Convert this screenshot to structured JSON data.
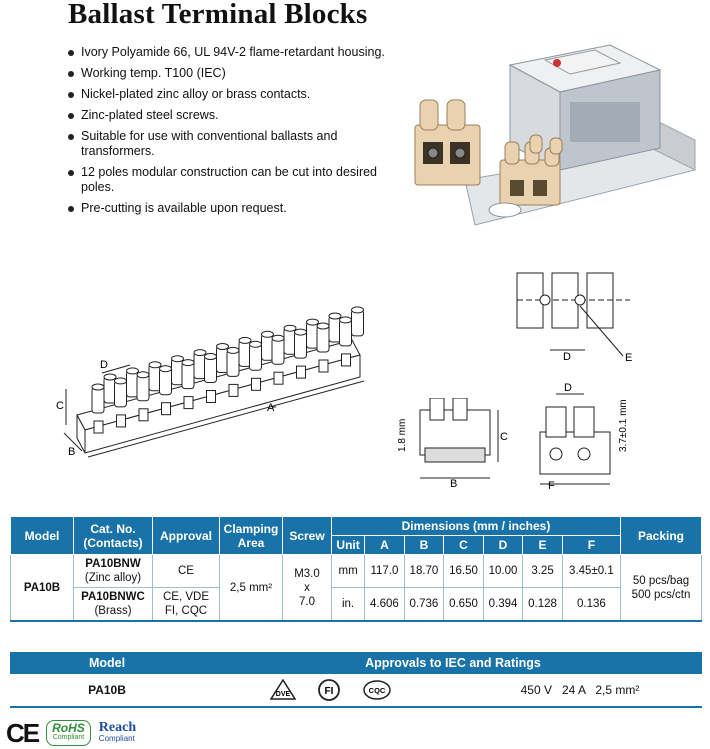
{
  "title": "Ballast Terminal Blocks",
  "features": [
    "Ivory Polyamide 66, UL 94V-2 flame-retardant housing.",
    "Working temp. T100 (IEC)",
    "Nickel-plated zinc alloy or brass contacts.",
    "Zinc-plated steel screws.",
    "Suitable for use with conventional ballasts and transformers.",
    "12 poles modular construction can be cut into desired poles.",
    "Pre-cutting is available upon request."
  ],
  "drawing_labels": {
    "iso": {
      "a": "A",
      "b": "B",
      "c": "C",
      "d": "D"
    },
    "top": {
      "d": "D",
      "e": "E"
    },
    "side": {
      "height": "1.8 mm",
      "b": "B",
      "c": "C"
    },
    "front": {
      "d": "D",
      "f": "F",
      "height": "3.7±0.1 mm"
    }
  },
  "spec_table": {
    "headers": {
      "model": "Model",
      "cat_no": "Cat. No.",
      "cat_no_sub": "(Contacts)",
      "approval": "Approval",
      "clamping": "Clamping",
      "clamping_sub": "Area",
      "screw": "Screw",
      "dimensions": "Dimensions (mm / inches)",
      "packing": "Packing",
      "unit": "Unit",
      "cols": [
        "A",
        "B",
        "C",
        "D",
        "E",
        "F"
      ]
    },
    "model": "PA10B",
    "cat1": "PA10BNW",
    "cat1_sub": "(Zinc alloy)",
    "approval1": "CE",
    "cat2": "PA10BNWC",
    "cat2_sub": "(Brass)",
    "approval2a": "CE, VDE",
    "approval2b": "FI, CQC",
    "clamping": "2,5 mm²",
    "screw": [
      "M3.0",
      "x",
      "7.0"
    ],
    "rows": [
      {
        "unit": "mm",
        "values": [
          "117.0",
          "18.70",
          "16.50",
          "10.00",
          "3.25",
          "3.45±0.1"
        ]
      },
      {
        "unit": "in.",
        "values": [
          "4.606",
          "0.736",
          "0.650",
          "0.394",
          "0.128",
          "0.136"
        ]
      }
    ],
    "packing": [
      "50 pcs/bag",
      "500 pcs/ctn"
    ]
  },
  "approvals_table": {
    "model_header": "Model",
    "approvals_header": "Approvals to IEC and Ratings",
    "model": "PA10B",
    "marks": [
      "DVE",
      "FI",
      "CQC"
    ],
    "ratings": "450 V   24 A   2,5 mm²"
  },
  "footer": {
    "ce": "CE",
    "rohs": "RoHS",
    "rohs_sub": "Compliant",
    "reach": "Reach",
    "reach_sub": "Compliant"
  },
  "colors": {
    "header_blue": "#1a73a8",
    "ivory": "#e9d2b0",
    "rohs_green": "#2f8f3a",
    "reach_blue": "#1f4fa0"
  }
}
